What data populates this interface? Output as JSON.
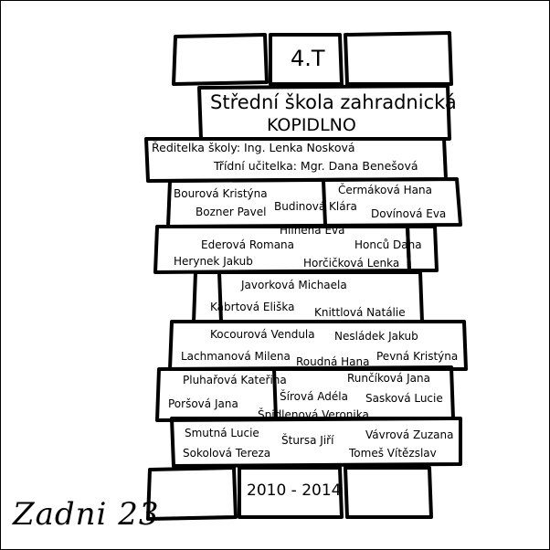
{
  "class_label": "4.T",
  "school_name": "Střední škola zahradnická",
  "school_location": "KOPIDLNO",
  "principal": "Ředitelka školy: Ing. Lenka Nosková",
  "class_teacher": "Třídní učitelka: Mgr. Dana Benešová",
  "students": [
    "Bourová Kristýna",
    "Čermáková Hana",
    "Budinová Klára",
    "Bozner Pavel",
    "Dovínová Eva",
    "Hliněná Eva",
    "Ederová Romana",
    "Honců Dana",
    "Herynek Jakub",
    "Horčičková Lenka",
    "Javorková Michaela",
    "Kábrtová Eliška",
    "Knittlová Natálie",
    "Kocourová Vendula",
    "Nesládek Jakub",
    "Lachmanová Milena",
    "Roudná Hana",
    "Pevná Kristýna",
    "Pluhařová Kateřina",
    "Runčíková Jana",
    "Šírová Adéla",
    "Poršová Jana",
    "Sasková Lucie",
    "Špidlenová Veronika",
    "Smutná Lucie",
    "Vávrová Zuzana",
    "Štursa Jiří",
    "Sokolová Tereza",
    "Tomeš Vítězslav"
  ],
  "years": "2010 - 2014",
  "corner_note": "Zadni 23",
  "colors": {
    "ink": "#000000",
    "paper": "#ffffff"
  }
}
